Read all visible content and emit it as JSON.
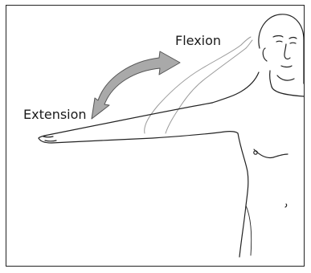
{
  "labels": {
    "flexion": "Flexion",
    "extension": "Extension"
  },
  "colors": {
    "line": "#222222",
    "faint_line": "#9a9a9a",
    "arrow_fill": "#a9a9a9",
    "arrow_stroke": "#555555"
  },
  "icons": [
    "double-headed-curved-arrow"
  ]
}
